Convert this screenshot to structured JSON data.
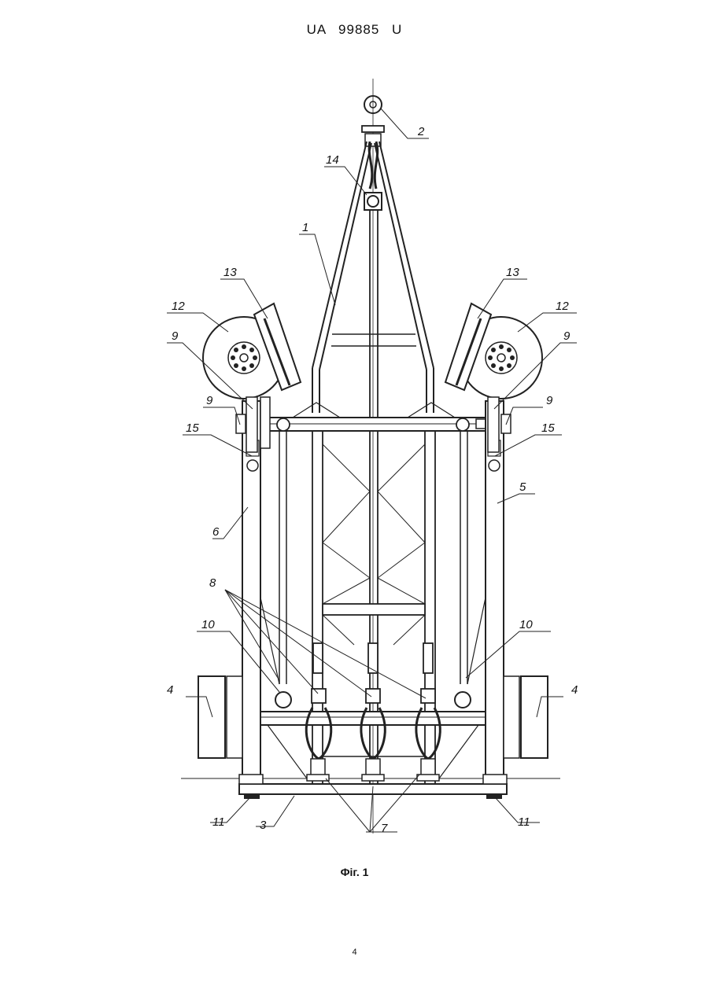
{
  "document": {
    "header": "UA 99885 U",
    "caption": "Фіг. 1",
    "page_number": "4"
  },
  "figure": {
    "labels": {
      "l1": "1",
      "l2": "2",
      "l3": "3",
      "l4a": "4",
      "l4b": "4",
      "l5": "5",
      "l6": "6",
      "l7": "7",
      "l8": "8",
      "l9a": "9",
      "l9b": "9",
      "l9c": "9",
      "l9d": "9",
      "l10a": "10",
      "l10b": "10",
      "l11a": "11",
      "l11b": "11",
      "l12a": "12",
      "l12b": "12",
      "l13a": "13",
      "l13b": "13",
      "l14": "14",
      "l15a": "15",
      "l15b": "15"
    }
  }
}
